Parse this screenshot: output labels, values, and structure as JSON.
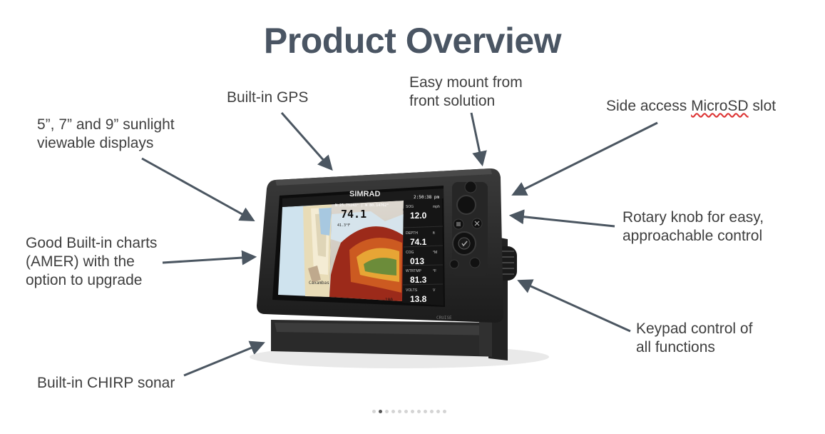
{
  "slide": {
    "title": "Product Overview"
  },
  "callouts": {
    "gps": "Built-in GPS",
    "mount": "Easy mount from\nfront solution",
    "microsd_prefix": "Side access ",
    "microsd_word": "MicroSD",
    "microsd_suffix": " slot",
    "displays": "5”, 7” and 9” sunlight\nviewable displays",
    "rotary": "Rotary knob for easy,\napproachable control",
    "charts": "Good Built-in charts\n(AMER) with the\noption to upgrade",
    "keypad": "Keypad control of\nall functions",
    "sonar": "Built-in CHIRP sonar"
  },
  "device": {
    "brand": "SIMRAD",
    "model": "CRUISE",
    "time": "2:50:38 pm",
    "coords": "N 25.75243° | W 80.14762°",
    "depth_overlay": "74.1",
    "sonar_range_top": "0",
    "sonar_range_bottom": "100",
    "map_label": "Caxambas",
    "map_sublabel": "41.3°F\n200kHz",
    "panels": [
      {
        "label": "SOG",
        "unit": "mph",
        "value": "12.0"
      },
      {
        "label": "DEPTH",
        "unit": "ft",
        "value": "74.1"
      },
      {
        "label": "COG",
        "unit": "°M",
        "value": "013"
      },
      {
        "label": "WTRTMP",
        "unit": "°F",
        "value": "81.3"
      },
      {
        "label": "VOLTS",
        "unit": "V",
        "value": "13.8"
      }
    ]
  },
  "pagination": {
    "count": 12,
    "active_index": 1
  },
  "colors": {
    "title": "#4a5563",
    "text": "#3f3f3f",
    "arrow": "#4b5661"
  }
}
